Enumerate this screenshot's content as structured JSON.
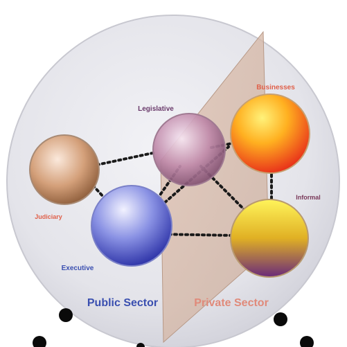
{
  "diagram": {
    "colors": {
      "background_disc": "#e6e6ec",
      "divider_plane": "#d6b8a8",
      "connector": "#1a1a1a",
      "public_sector_text": "#3a4fb0",
      "private_sector_text": "#e08a7a",
      "small_label_red": "#e0604a",
      "small_label_purple": "#6a3a6a",
      "small_label_blue": "#3a4fb0"
    },
    "nodes": {
      "judiciary": {
        "label": "Judiciary",
        "icon": "sphere-tan"
      },
      "legislative": {
        "label": "Legislative",
        "icon": "sphere-mauve"
      },
      "executive": {
        "label": "Executive",
        "icon": "sphere-blue"
      },
      "businesses": {
        "label": "Businesses",
        "icon": "sphere-orange"
      },
      "informal": {
        "label": "Informal",
        "icon": "sphere-yellow-purple"
      }
    },
    "sectors": {
      "public": "Public Sector",
      "private": "Private Sector"
    }
  }
}
